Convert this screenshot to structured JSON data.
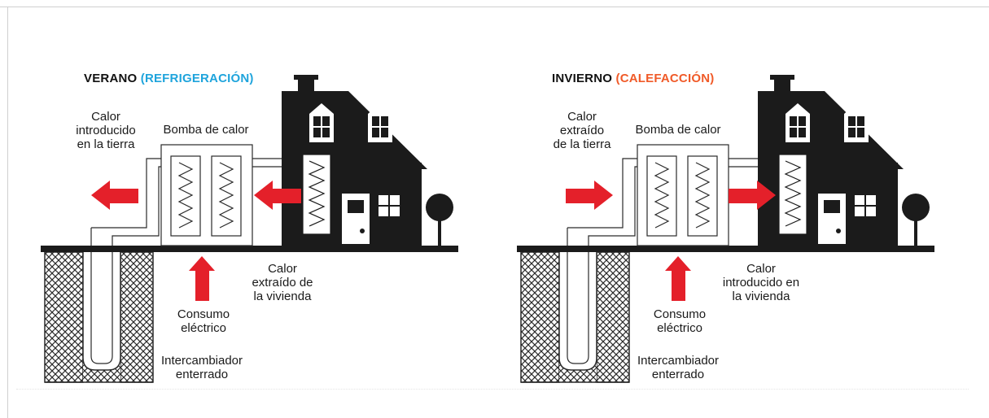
{
  "colors": {
    "arrow_red": "#e4202a",
    "summer_accent": "#1fa4dc",
    "winter_accent": "#f05a28",
    "house_fill": "#1b1b1b",
    "ground_hatch": "#2a2a2a"
  },
  "panels": [
    {
      "id": "verano",
      "season": "VERANO",
      "mode": "(REFRIGERACIÓN)",
      "ground_label": [
        "Calor",
        "introducido",
        "en la tierra"
      ],
      "pump_label": "Bomba de calor",
      "house_label": [
        "Calor",
        "extraído de",
        "la vivienda"
      ],
      "power_label": [
        "Consumo",
        "eléctrico"
      ],
      "exchanger_label": [
        "Intercambiador",
        "enterrado"
      ],
      "flow_direction": "house-to-ground"
    },
    {
      "id": "invierno",
      "season": "INVIERNO",
      "mode": "(CALEFACCIÓN)",
      "ground_label": [
        "Calor",
        "extraído",
        "de la tierra"
      ],
      "pump_label": "Bomba de calor",
      "house_label": [
        "Calor",
        "introducido en",
        "la vivienda"
      ],
      "power_label": [
        "Consumo",
        "eléctrico"
      ],
      "exchanger_label": [
        "Intercambiador",
        "enterrado"
      ],
      "flow_direction": "ground-to-house"
    }
  ]
}
